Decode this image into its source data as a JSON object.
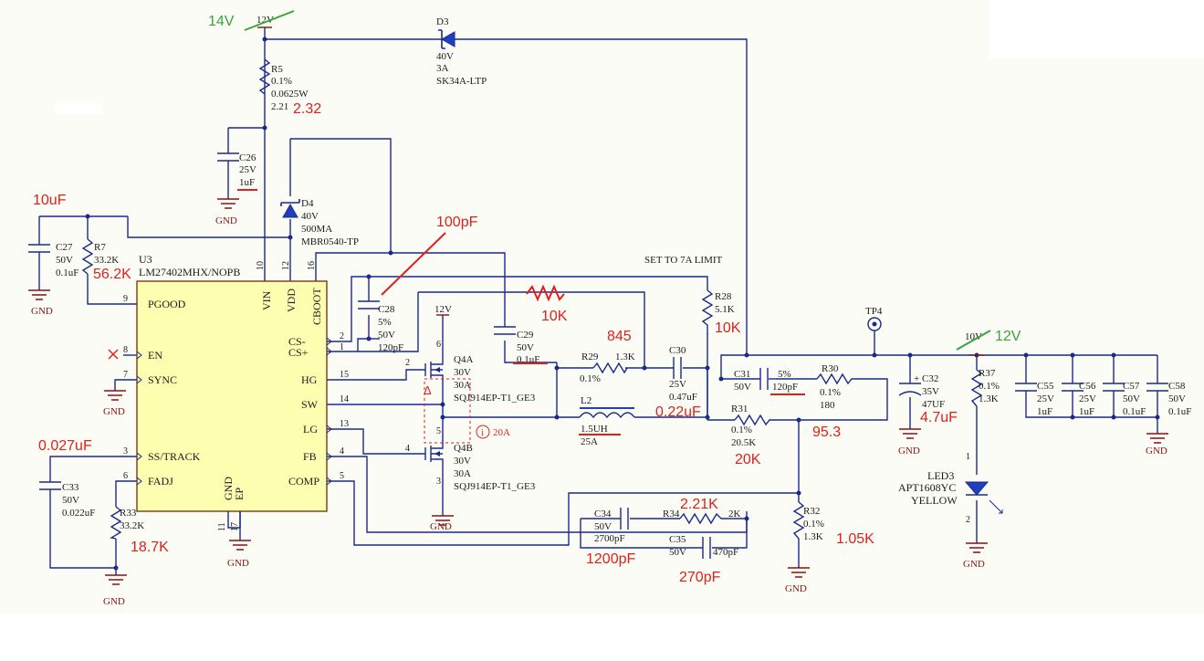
{
  "colors": {
    "wire": "#1b2a8a",
    "ic_fill": "#fefeb0",
    "annotation": "#e0201a",
    "green_annotation": "#3aa33a",
    "ground": "#8a1010"
  },
  "ic": {
    "ref": "U3",
    "part": "LM27402MHX/NOPB",
    "pins_left": [
      {
        "num": "9",
        "name": "PGOOD"
      },
      {
        "num": "8",
        "name": "EN"
      },
      {
        "num": "7",
        "name": "SYNC"
      },
      {
        "num": "3",
        "name": "SS/TRACK"
      },
      {
        "num": "6",
        "name": "FADJ"
      }
    ],
    "pins_right": [
      {
        "num": "2",
        "name": "CS-"
      },
      {
        "num": "1",
        "name": "CS+"
      },
      {
        "num": "15",
        "name": "HG"
      },
      {
        "num": "14",
        "name": "SW"
      },
      {
        "num": "13",
        "name": "LG"
      },
      {
        "num": "4",
        "name": "FB"
      },
      {
        "num": "5",
        "name": "COMP"
      }
    ],
    "pins_top": [
      {
        "num": "10",
        "name": "VIN"
      },
      {
        "num": "12",
        "name": "VDD"
      },
      {
        "num": "16",
        "name": "CBOOT"
      }
    ],
    "pins_bottom": [
      {
        "num": "11",
        "name": "GND"
      },
      {
        "num": "17",
        "name": "EP"
      }
    ]
  },
  "labels": {
    "gnd": "GND",
    "v12": "12V",
    "v10": "10V",
    "set_limit": "SET TO 7A LIMIT",
    "tp4": "TP4",
    "current_20a": "20A",
    "tri": "Δ"
  },
  "components": {
    "d3": [
      "D3",
      "40V",
      "3A",
      "SK34A-LTP"
    ],
    "r5": [
      "R5",
      "0.1%",
      "0.0625W",
      "2.21"
    ],
    "c26": [
      "C26",
      "25V",
      "1uF"
    ],
    "d4": [
      "D4",
      "40V",
      "500MA",
      "MBR0540-TP"
    ],
    "c27": [
      "C27",
      "50V",
      "0.1uF"
    ],
    "r7": [
      "R7",
      "33.2K"
    ],
    "c28": [
      "C28",
      "5%",
      "50V",
      "120pF"
    ],
    "c29": [
      "C29",
      "50V",
      "0.1uF"
    ],
    "r28": [
      "R28",
      "5.1K"
    ],
    "q4a": [
      "Q4A",
      "30V",
      "30A",
      "SQJ914EP-T1_GE3"
    ],
    "q4b": [
      "Q4B",
      "30V",
      "30A",
      "SQJ914EP-T1_GE3"
    ],
    "r29": [
      "R29",
      "0.1%",
      "1.3K"
    ],
    "c30": [
      "C30",
      "25V",
      "0.47uF"
    ],
    "l2": [
      "L2",
      "1.5UH",
      "25A"
    ],
    "c31": [
      "C31",
      "50V",
      "5%",
      "120pF"
    ],
    "r30": [
      "R30",
      "0.1%",
      "180"
    ],
    "r31": [
      "R31",
      "0.1%",
      "20.5K"
    ],
    "c32": [
      "C32",
      "35V",
      "47UF"
    ],
    "r37": [
      "R37",
      "0.1%",
      "1.3K"
    ],
    "c55": [
      "C55",
      "25V",
      "1uF"
    ],
    "c56": [
      "C56",
      "25V",
      "1uF"
    ],
    "c57": [
      "C57",
      "50V",
      "0.1uF"
    ],
    "c58": [
      "C58",
      "50V",
      "0.1uF"
    ],
    "led3": [
      "LED3",
      "APT1608YC",
      "YELLOW"
    ],
    "c33": [
      "C33",
      "50V",
      "0.022uF"
    ],
    "r33": [
      "R33",
      "33.2K"
    ],
    "c34": [
      "C34",
      "50V",
      "2700pF"
    ],
    "r34": [
      "R34",
      "2K"
    ],
    "c35": [
      "C35",
      "50V",
      "470pF"
    ],
    "r32": [
      "R32",
      "0.1%",
      "1.3K"
    ]
  },
  "annotations": {
    "v14": "14V",
    "r5_new": "2.32",
    "c27_new": "10uF",
    "r7_new": "56.2K",
    "c28_new": "100pF",
    "r29_new": "845",
    "r28_new": "10K",
    "zig_new": "10K",
    "c30_new": "0.22uF",
    "r31_new": "20K",
    "r30_new": "95.3",
    "c32_new": "4.7uF",
    "v12_new": "12V",
    "c33_new": "0.027uF",
    "r33_new": "18.7K",
    "r34_new": "2.21K",
    "r32_new": "1.05K",
    "c34_new": "1200pF",
    "c35_new": "270pF"
  }
}
